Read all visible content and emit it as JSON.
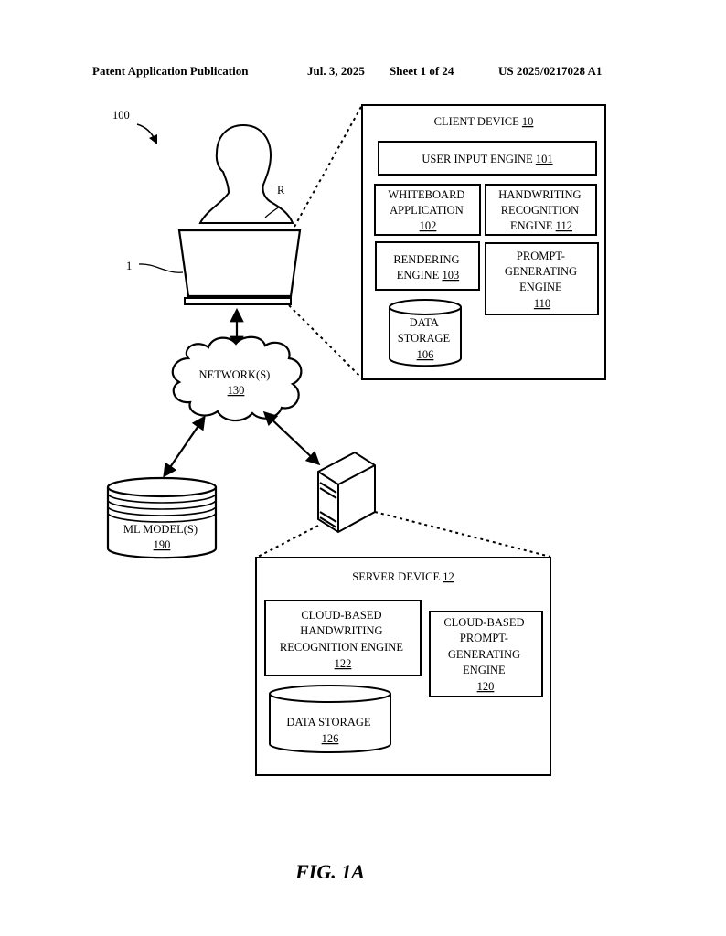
{
  "header": {
    "left": "Patent Application Publication",
    "date": "Jul. 3, 2025",
    "sheet": "Sheet 1 of 24",
    "number": "US 2025/0217028 A1"
  },
  "refs": {
    "system": "100",
    "user": "R",
    "laptop": "1"
  },
  "client": {
    "title": "CLIENT DEVICE ",
    "title_num": "10",
    "user_input": "USER INPUT ENGINE ",
    "user_input_num": "101",
    "whiteboard_l1": "WHITEBOARD",
    "whiteboard_l2": "APPLICATION",
    "whiteboard_num": "102",
    "handwriting_l1": "HANDWRITING",
    "handwriting_l2": "RECOGNITION",
    "handwriting_l3": "ENGINE ",
    "handwriting_num": "112",
    "rendering_l1": "RENDERING",
    "rendering_l2": "ENGINE ",
    "rendering_num": "103",
    "prompt_l1": "PROMPT-",
    "prompt_l2": "GENERATING",
    "prompt_l3": "ENGINE",
    "prompt_num": "110",
    "storage_l1": "DATA",
    "storage_l2": "STORAGE",
    "storage_num": "106"
  },
  "network": {
    "label": "NETWORK(S)",
    "num": "130"
  },
  "ml": {
    "label": "ML MODEL(S)",
    "num": "190"
  },
  "server": {
    "title": "SERVER DEVICE ",
    "title_num": "12",
    "cloud_hw_l1": "CLOUD-BASED",
    "cloud_hw_l2": "HANDWRITING",
    "cloud_hw_l3": "RECOGNITION ENGINE",
    "cloud_hw_num": "122",
    "cloud_pg_l1": "CLOUD-BASED",
    "cloud_pg_l2": "PROMPT-",
    "cloud_pg_l3": "GENERATING",
    "cloud_pg_l4": "ENGINE",
    "cloud_pg_num": "120",
    "storage": "DATA STORAGE",
    "storage_num": "126"
  },
  "figure": "FIG. 1A"
}
